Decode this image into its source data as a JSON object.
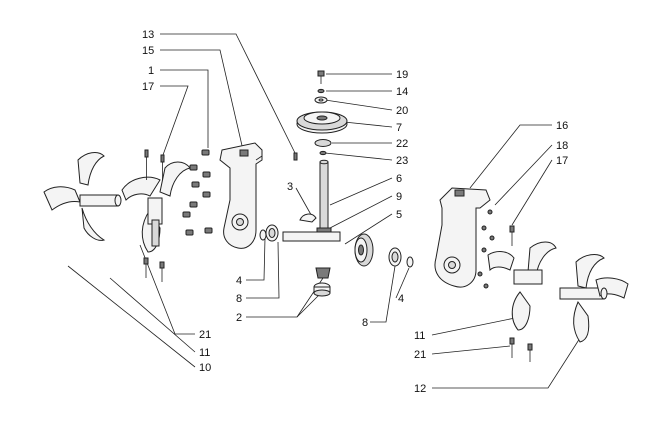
{
  "diagram": {
    "callouts": [
      {
        "id": "c13",
        "text": "13"
      },
      {
        "id": "c15",
        "text": "15"
      },
      {
        "id": "c1",
        "text": "1"
      },
      {
        "id": "c17a",
        "text": "17"
      },
      {
        "id": "c19",
        "text": "19"
      },
      {
        "id": "c14",
        "text": "14"
      },
      {
        "id": "c20",
        "text": "20"
      },
      {
        "id": "c7",
        "text": "7"
      },
      {
        "id": "c22",
        "text": "22"
      },
      {
        "id": "c23",
        "text": "23"
      },
      {
        "id": "c3",
        "text": "3"
      },
      {
        "id": "c6",
        "text": "6"
      },
      {
        "id": "c9",
        "text": "9"
      },
      {
        "id": "c5",
        "text": "5"
      },
      {
        "id": "c4a",
        "text": "4"
      },
      {
        "id": "c8a",
        "text": "8"
      },
      {
        "id": "c2",
        "text": "2"
      },
      {
        "id": "c4b",
        "text": "4"
      },
      {
        "id": "c8b",
        "text": "8"
      },
      {
        "id": "c16",
        "text": "16"
      },
      {
        "id": "c18",
        "text": "18"
      },
      {
        "id": "c17b",
        "text": "17"
      },
      {
        "id": "c11b",
        "text": "11"
      },
      {
        "id": "c21b",
        "text": "21"
      },
      {
        "id": "c12",
        "text": "12"
      },
      {
        "id": "c21a",
        "text": "21"
      },
      {
        "id": "c11a",
        "text": "11"
      },
      {
        "id": "c10",
        "text": "10"
      }
    ]
  }
}
